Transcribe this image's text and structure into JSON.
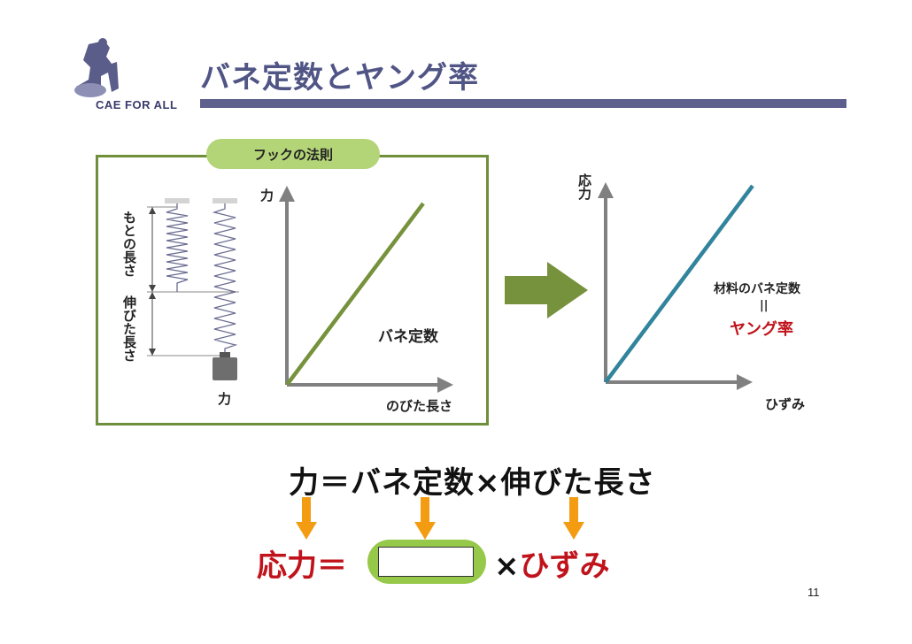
{
  "header": {
    "brand": "CAE FOR ALL",
    "title": "バネ定数とヤング率"
  },
  "hooke": {
    "tab_label": "フックの法則",
    "original_length": "もとの長さ",
    "extension": "伸びた長さ",
    "force_under_weight": "力",
    "y_axis": "力",
    "x_axis": "のびた長さ",
    "line_label": "バネ定数"
  },
  "material": {
    "y_axis": "応力",
    "x_axis": "ひずみ",
    "label_top": "材料のバネ定数",
    "equals": "||",
    "label_bottom": "ヤング率"
  },
  "formula": {
    "line1": "力＝バネ定数×伸びた長さ",
    "line2_left": "応力＝",
    "times": "×",
    "line2_right": "ひずみ"
  },
  "page_number": "11",
  "colors": {
    "title": "#505585",
    "hooke_line": "#76923c",
    "material_line": "#31849b",
    "arrow_green": "#76923c",
    "arrow_orange": "#f39c12",
    "accent_red": "#c0131b"
  }
}
